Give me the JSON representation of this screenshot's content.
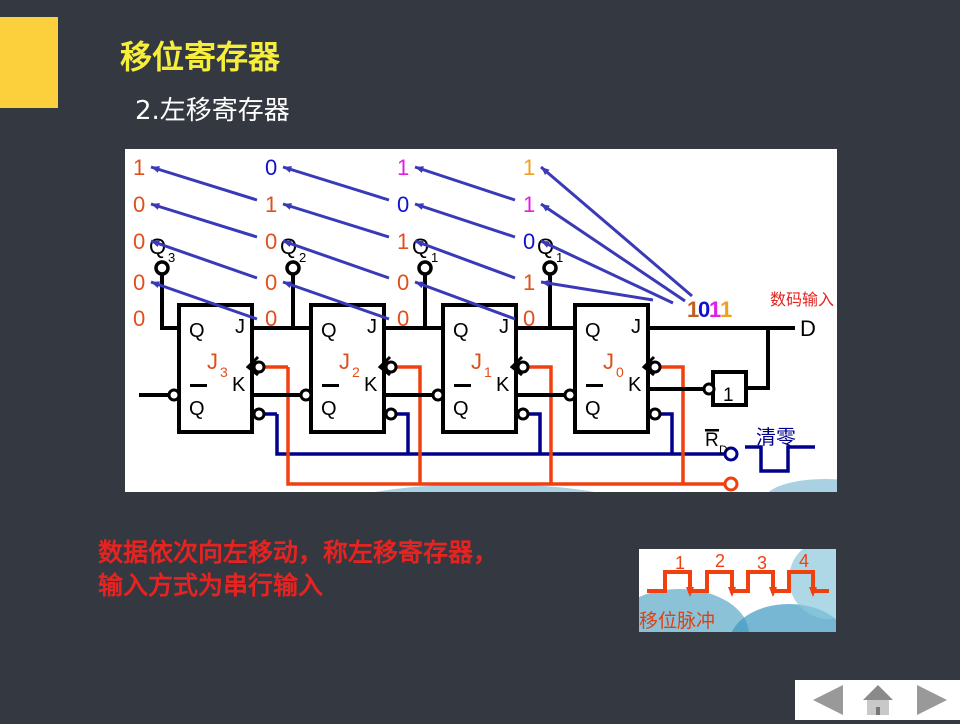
{
  "slide": {
    "title": "移位寄存器",
    "subtitle": "2.左移寄存器",
    "caption_line1": "数据依次向左移动，称左移寄存器，",
    "caption_line2": "输入方式为串行输入"
  },
  "circuit": {
    "outputs": [
      "Q3",
      "Q2",
      "Q1",
      "Q1"
    ],
    "flipflops": [
      {
        "name": "J3",
        "q": "Q",
        "j": "J",
        "qbar": "Q",
        "k": "K"
      },
      {
        "name": "J2",
        "q": "Q",
        "j": "J",
        "qbar": "Q",
        "k": "K"
      },
      {
        "name": "J1",
        "q": "Q",
        "j": "J",
        "qbar": "Q",
        "k": "K"
      },
      {
        "name": "J0",
        "q": "Q",
        "j": "J",
        "qbar": "Q",
        "k": "K"
      }
    ],
    "state_columns": [
      [
        {
          "v": "1",
          "c": "#e0501c"
        },
        {
          "v": "0",
          "c": "#e0501c"
        },
        {
          "v": "0",
          "c": "#e0501c"
        },
        {
          "v": "0",
          "c": "#e0501c"
        },
        {
          "v": "0",
          "c": "#e0501c"
        }
      ],
      [
        {
          "v": "0",
          "c": "#1010d0"
        },
        {
          "v": "1",
          "c": "#e0501c"
        },
        {
          "v": "0",
          "c": "#e0501c"
        },
        {
          "v": "0",
          "c": "#e0501c"
        },
        {
          "v": "0",
          "c": "#e0501c"
        }
      ],
      [
        {
          "v": "1",
          "c": "#e020e0"
        },
        {
          "v": "0",
          "c": "#1010d0"
        },
        {
          "v": "1",
          "c": "#e0501c"
        },
        {
          "v": "0",
          "c": "#e0501c"
        },
        {
          "v": "0",
          "c": "#e0501c"
        }
      ],
      [
        {
          "v": "1",
          "c": "#f0a020"
        },
        {
          "v": "1",
          "c": "#e020e0"
        },
        {
          "v": "0",
          "c": "#1010d0"
        },
        {
          "v": "1",
          "c": "#e0501c"
        },
        {
          "v": "0",
          "c": "#e0501c"
        }
      ]
    ],
    "input_code": [
      {
        "v": "1",
        "c": "#c06020"
      },
      {
        "v": "0",
        "c": "#1010d0"
      },
      {
        "v": "1",
        "c": "#e020e0"
      },
      {
        "v": "1",
        "c": "#f0a020"
      }
    ],
    "input_label": "数码输入",
    "data_input": "D",
    "not_gate": "1",
    "reset_label": "R",
    "reset_sub": "D",
    "clear_label": "清零"
  },
  "pulse": {
    "numbers": [
      "1",
      "2",
      "3",
      "4"
    ],
    "label": "移位脉冲"
  },
  "nav": {
    "prev": "prev-icon",
    "home": "home-icon",
    "next": "next-icon"
  },
  "colors": {
    "background": "#343841",
    "accent": "#fcd03c",
    "title": "#f6ee3a",
    "caption": "#e52320",
    "clock_wire": "#f04010",
    "reset_wire": "#00008b"
  }
}
